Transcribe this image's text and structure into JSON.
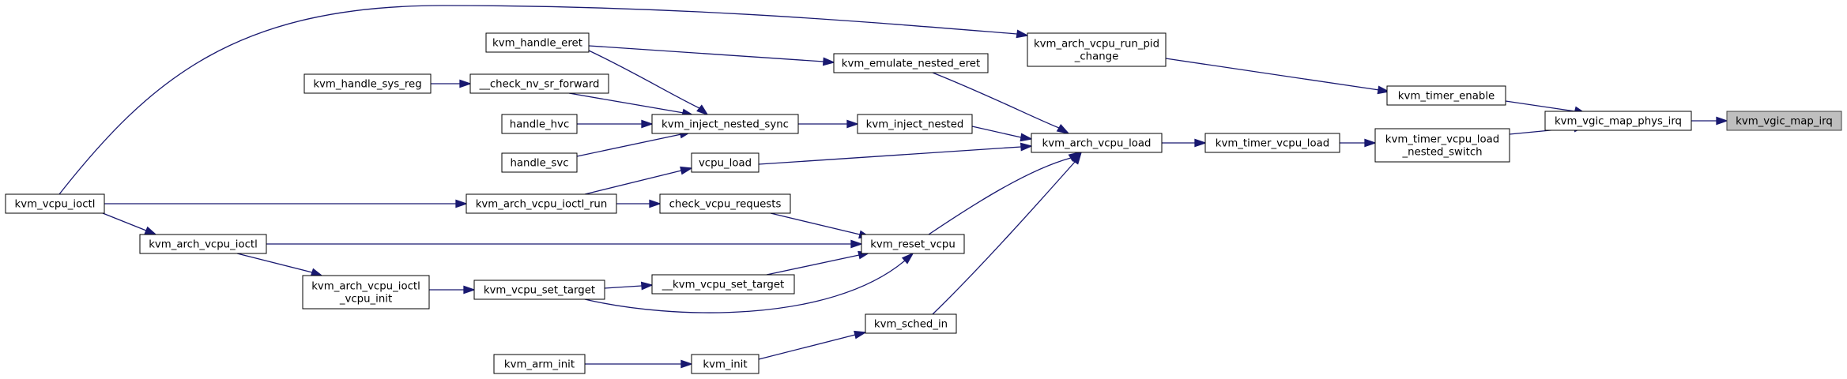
{
  "diagram": {
    "type": "call-graph",
    "nodes": [
      {
        "id": "kvm_vgic_map_irq",
        "lines": [
          "kvm_vgic_map_irq"
        ],
        "root": true
      },
      {
        "id": "kvm_vgic_map_phys_irq",
        "lines": [
          "kvm_vgic_map_phys_irq"
        ]
      },
      {
        "id": "kvm_timer_enable",
        "lines": [
          "kvm_timer_enable"
        ]
      },
      {
        "id": "kvm_timer_vcpu_load_nested_switch",
        "lines": [
          "kvm_timer_vcpu_load",
          "_nested_switch"
        ]
      },
      {
        "id": "kvm_arch_vcpu_run_pid_change",
        "lines": [
          "kvm_arch_vcpu_run_pid",
          "_change"
        ]
      },
      {
        "id": "kvm_timer_vcpu_load",
        "lines": [
          "kvm_timer_vcpu_load"
        ]
      },
      {
        "id": "kvm_arch_vcpu_load",
        "lines": [
          "kvm_arch_vcpu_load"
        ]
      },
      {
        "id": "kvm_emulate_nested_eret",
        "lines": [
          "kvm_emulate_nested_eret"
        ]
      },
      {
        "id": "kvm_inject_nested",
        "lines": [
          "kvm_inject_nested"
        ]
      },
      {
        "id": "vcpu_load",
        "lines": [
          "vcpu_load"
        ]
      },
      {
        "id": "kvm_reset_vcpu",
        "lines": [
          "kvm_reset_vcpu"
        ]
      },
      {
        "id": "kvm_sched_in",
        "lines": [
          "kvm_sched_in"
        ]
      },
      {
        "id": "kvm_handle_eret",
        "lines": [
          "kvm_handle_eret"
        ]
      },
      {
        "id": "kvm_inject_nested_sync",
        "lines": [
          "kvm_inject_nested_sync"
        ]
      },
      {
        "id": "__check_nv_sr_forward",
        "lines": [
          "__check_nv_sr_forward"
        ]
      },
      {
        "id": "kvm_handle_sys_reg",
        "lines": [
          "kvm_handle_sys_reg"
        ]
      },
      {
        "id": "handle_hvc",
        "lines": [
          "handle_hvc"
        ]
      },
      {
        "id": "handle_svc",
        "lines": [
          "handle_svc"
        ]
      },
      {
        "id": "kvm_vcpu_ioctl",
        "lines": [
          "kvm_vcpu_ioctl"
        ]
      },
      {
        "id": "kvm_arch_vcpu_ioctl_run",
        "lines": [
          "kvm_arch_vcpu_ioctl_run"
        ]
      },
      {
        "id": "check_vcpu_requests",
        "lines": [
          "check_vcpu_requests"
        ]
      },
      {
        "id": "kvm_arch_vcpu_ioctl",
        "lines": [
          "kvm_arch_vcpu_ioctl"
        ]
      },
      {
        "id": "kvm_arch_vcpu_ioctl_vcpu_init",
        "lines": [
          "kvm_arch_vcpu_ioctl",
          "_vcpu_init"
        ]
      },
      {
        "id": "kvm_vcpu_set_target",
        "lines": [
          "kvm_vcpu_set_target"
        ]
      },
      {
        "id": "__kvm_vcpu_set_target",
        "lines": [
          "__kvm_vcpu_set_target"
        ]
      },
      {
        "id": "kvm_init",
        "lines": [
          "kvm_init"
        ]
      },
      {
        "id": "kvm_arm_init",
        "lines": [
          "kvm_arm_init"
        ]
      }
    ],
    "edges": [
      {
        "from": "kvm_vgic_map_phys_irq",
        "to": "kvm_vgic_map_irq"
      },
      {
        "from": "kvm_timer_enable",
        "to": "kvm_vgic_map_phys_irq"
      },
      {
        "from": "kvm_timer_vcpu_load_nested_switch",
        "to": "kvm_vgic_map_phys_irq"
      },
      {
        "from": "kvm_arch_vcpu_run_pid_change",
        "to": "kvm_timer_enable"
      },
      {
        "from": "kvm_timer_vcpu_load",
        "to": "kvm_timer_vcpu_load_nested_switch"
      },
      {
        "from": "kvm_arch_vcpu_load",
        "to": "kvm_timer_vcpu_load"
      },
      {
        "from": "kvm_vcpu_ioctl",
        "to": "kvm_arch_vcpu_run_pid_change"
      },
      {
        "from": "kvm_emulate_nested_eret",
        "to": "kvm_arch_vcpu_load"
      },
      {
        "from": "kvm_inject_nested",
        "to": "kvm_arch_vcpu_load"
      },
      {
        "from": "vcpu_load",
        "to": "kvm_arch_vcpu_load"
      },
      {
        "from": "kvm_reset_vcpu",
        "to": "kvm_arch_vcpu_load"
      },
      {
        "from": "kvm_sched_in",
        "to": "kvm_arch_vcpu_load"
      },
      {
        "from": "kvm_handle_eret",
        "to": "kvm_emulate_nested_eret"
      },
      {
        "from": "kvm_inject_nested_sync",
        "to": "kvm_inject_nested"
      },
      {
        "from": "kvm_handle_eret",
        "to": "kvm_inject_nested_sync"
      },
      {
        "from": "__check_nv_sr_forward",
        "to": "kvm_inject_nested_sync"
      },
      {
        "from": "handle_hvc",
        "to": "kvm_inject_nested_sync"
      },
      {
        "from": "handle_svc",
        "to": "kvm_inject_nested_sync"
      },
      {
        "from": "kvm_handle_sys_reg",
        "to": "__check_nv_sr_forward"
      },
      {
        "from": "kvm_arch_vcpu_ioctl_run",
        "to": "vcpu_load"
      },
      {
        "from": "kvm_vcpu_ioctl",
        "to": "kvm_arch_vcpu_ioctl_run"
      },
      {
        "from": "kvm_arch_vcpu_ioctl_run",
        "to": "check_vcpu_requests"
      },
      {
        "from": "check_vcpu_requests",
        "to": "kvm_reset_vcpu"
      },
      {
        "from": "kvm_arch_vcpu_ioctl",
        "to": "kvm_reset_vcpu"
      },
      {
        "from": "__kvm_vcpu_set_target",
        "to": "kvm_reset_vcpu"
      },
      {
        "from": "kvm_vcpu_set_target",
        "to": "kvm_reset_vcpu"
      },
      {
        "from": "kvm_vcpu_ioctl",
        "to": "kvm_arch_vcpu_ioctl"
      },
      {
        "from": "kvm_arch_vcpu_ioctl",
        "to": "kvm_arch_vcpu_ioctl_vcpu_init"
      },
      {
        "from": "kvm_arch_vcpu_ioctl_vcpu_init",
        "to": "kvm_vcpu_set_target"
      },
      {
        "from": "kvm_vcpu_set_target",
        "to": "__kvm_vcpu_set_target"
      },
      {
        "from": "kvm_init",
        "to": "kvm_sched_in"
      },
      {
        "from": "kvm_arm_init",
        "to": "kvm_init"
      }
    ],
    "colors": {
      "edge": "#191970",
      "node_border": "#000000",
      "root_fill": "#bfbfbf",
      "root_border": "#404040",
      "node_fill": "#ffffff"
    }
  }
}
